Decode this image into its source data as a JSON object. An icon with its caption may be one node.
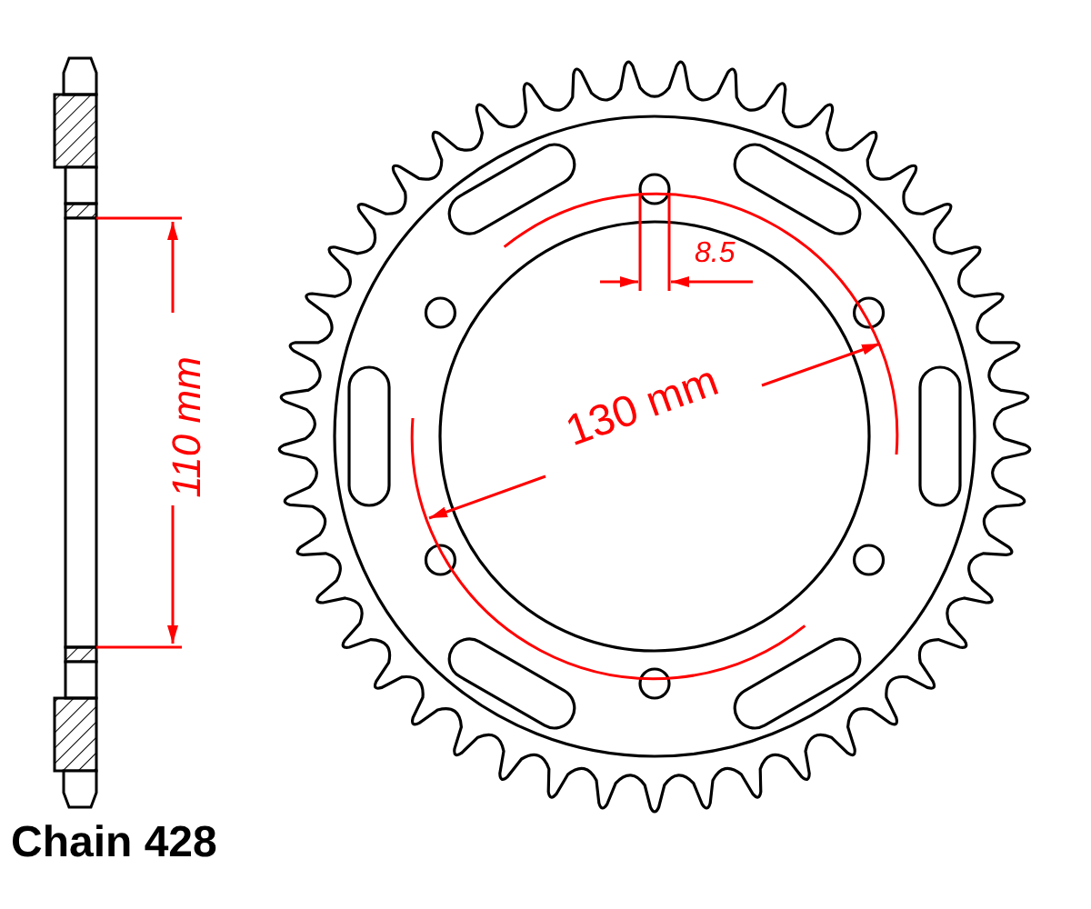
{
  "diagram": {
    "labels": [
      "110 mm",
      "8.5",
      "130 mm",
      "Chain 428"
    ]
  }
}
